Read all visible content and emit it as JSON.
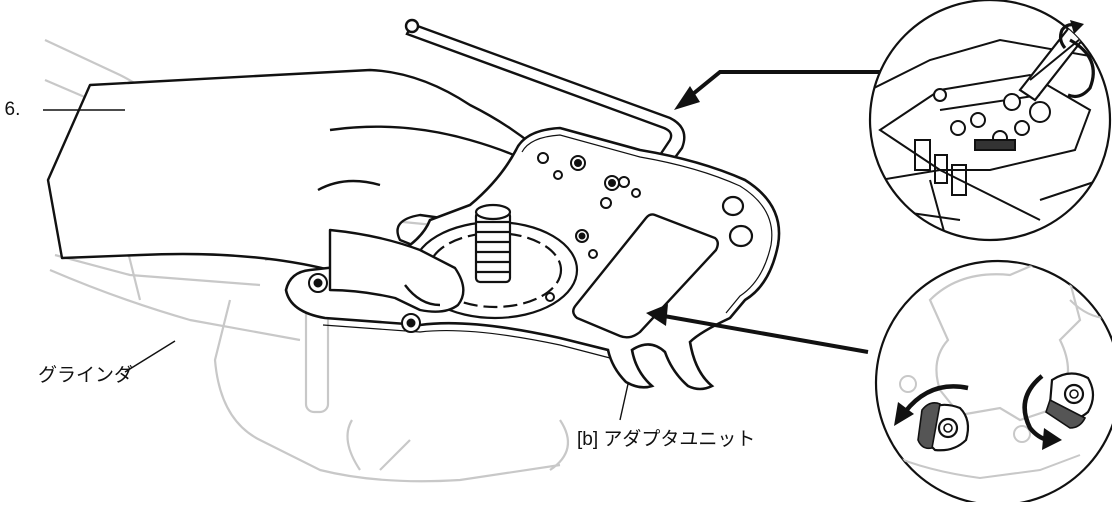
{
  "labels": {
    "step_ref": "[ 6.",
    "grinder": "グラインダ",
    "adapter_unit": "[b] アダプタユニット"
  },
  "colors": {
    "ink": "#111111",
    "ghost": "#c8c8c8",
    "pad": "#555555"
  },
  "icons": {
    "rotate_cw": "clockwise-arrow-icon",
    "rotate_ccw": "counterclockwise-arrow-icon"
  }
}
